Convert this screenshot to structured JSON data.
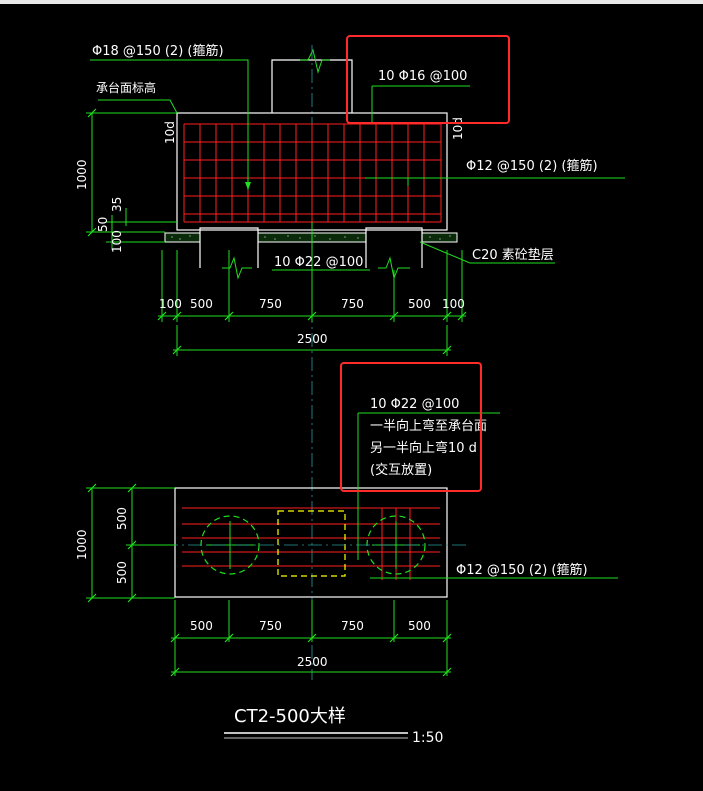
{
  "drawing": {
    "title": "CT2-500大样",
    "scale": "1:50",
    "section": {
      "stirrup_top_label": "Φ18 @150 (2)  (箍筋)",
      "cap_top_label": "承台面标高",
      "top_bar_label": "10 Φ16 @100",
      "side_stirrup_label": "Φ12 @150 (2)     (箍筋)",
      "bottom_bar_label": "10 Φ22 @100",
      "cushion_label": "C20 素砼垫层",
      "anchor_left": "10d",
      "anchor_right": "10d",
      "height_total": "1000",
      "dim_35": "35",
      "dim_50": "50",
      "dim_100": "100",
      "bottom_dims": [
        "100",
        "500",
        "750",
        "750",
        "500",
        "100"
      ],
      "overall_width": "2500"
    },
    "plan": {
      "note_lines": [
        "10 Φ22 @100",
        "一半向上弯至承台面",
        "另一半向上弯10 d",
        "(交互放置)"
      ],
      "stirrup_label": "Φ12 @150 (2)     (箍筋)",
      "height_total": "1000",
      "height_dims": [
        "500",
        "500"
      ],
      "bottom_dims": [
        "500",
        "750",
        "750",
        "500"
      ],
      "overall_width": "2500"
    },
    "colors": {
      "background": "#000000",
      "outline": "#ffffff",
      "rebar": "#ff2020",
      "dimension": "#20e020",
      "leader": "#20e020",
      "center": "#ffff00",
      "highlight": "#ff2a2a"
    }
  }
}
